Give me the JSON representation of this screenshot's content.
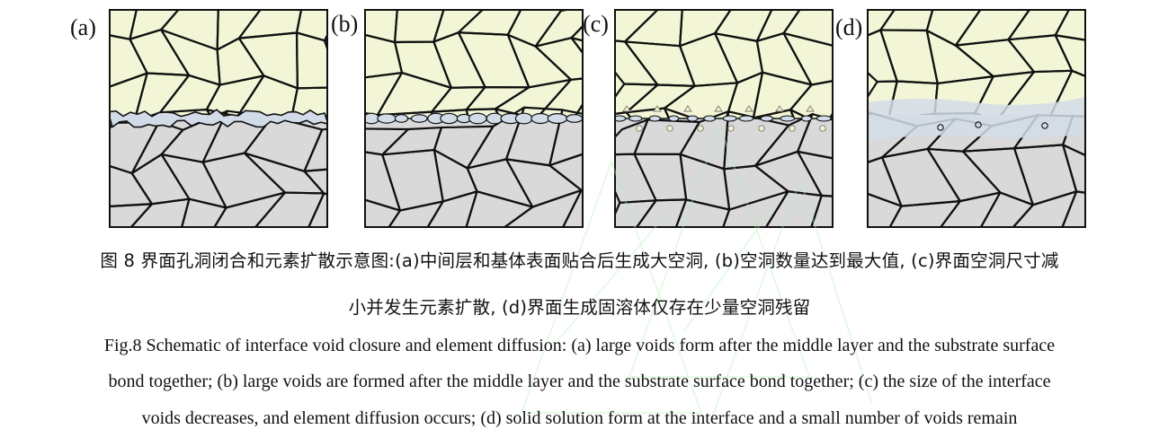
{
  "figure": {
    "panels": [
      {
        "label": "(a)"
      },
      {
        "label": "(b)"
      },
      {
        "label": "(c)"
      },
      {
        "label": "(d)"
      }
    ],
    "colors": {
      "upper_grain": "#f3f6d6",
      "lower_grain": "#d9d9d9",
      "interface": "#d2dce8",
      "boundary": "#111111"
    }
  },
  "caption": {
    "cn_line1": "图 8  界面孔洞闭合和元素扩散示意图:(a)中间层和基体表面贴合后生成大空洞, (b)空洞数量达到最大值, (c)界面空洞尺寸减",
    "cn_line2": "小并发生元素扩散, (d)界面生成固溶体仅存在少量空洞残留",
    "en_line1": "Fig.8 Schematic of interface void closure and element diffusion: (a) large voids form after the middle layer and the substrate surface",
    "en_line2": "bond together; (b) large voids are formed after the middle layer and the substrate surface bond together; (c) the size of the interface",
    "en_line3": "voids decreases, and element diffusion occurs; (d) solid solution form at the interface and a small number of voids remain"
  }
}
